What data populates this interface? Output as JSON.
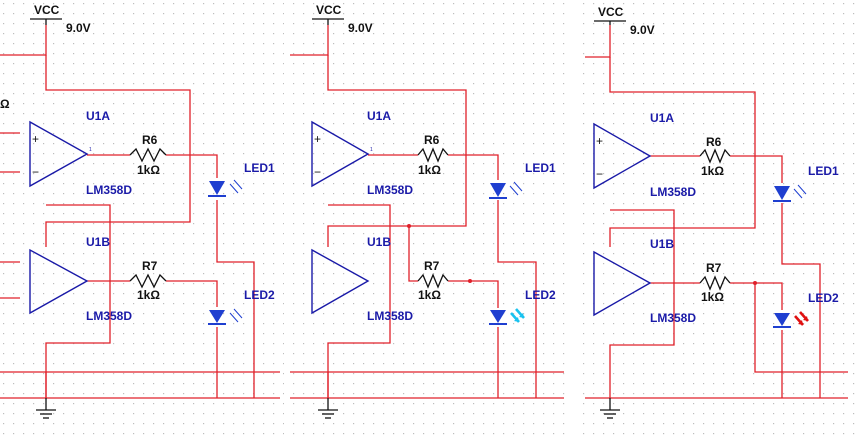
{
  "colors": {
    "wire": "#e0202a",
    "part": "#1a1aa8",
    "ink": "#111111",
    "grid": "#bdbdbd",
    "led_off": "#1f3fd0",
    "led_on_blue": "#19c2ef",
    "led_on_red": "#e01010"
  },
  "panels": [
    {
      "vcc_label": "VCC",
      "vcc_value": "9.0V",
      "left_partial_text": "Ω",
      "opamp_a": {
        "ref": "U1A",
        "model": "LM358D",
        "out_pin": "1"
      },
      "opamp_b": {
        "ref": "U1B",
        "model": "LM358D"
      },
      "r_top": {
        "ref": "R6",
        "value": "1kΩ"
      },
      "r_bot": {
        "ref": "R7",
        "value": "1kΩ"
      },
      "led1": {
        "ref": "LED1",
        "state": "off"
      },
      "led2": {
        "ref": "LED2",
        "state": "off"
      },
      "input_plus": "+",
      "input_minus": "−"
    },
    {
      "vcc_label": "VCC",
      "vcc_value": "9.0V",
      "opamp_a": {
        "ref": "U1A",
        "model": "LM358D",
        "out_pin": "1"
      },
      "opamp_b": {
        "ref": "U1B",
        "model": "LM358D"
      },
      "r_top": {
        "ref": "R6",
        "value": "1kΩ"
      },
      "r_bot": {
        "ref": "R7",
        "value": "1kΩ"
      },
      "led1": {
        "ref": "LED1",
        "state": "off"
      },
      "led2": {
        "ref": "LED2",
        "state": "on-blue"
      },
      "input_plus": "+",
      "input_minus": "−"
    },
    {
      "vcc_label": "VCC",
      "vcc_value": "9.0V",
      "opamp_a": {
        "ref": "U1A",
        "model": "LM358D"
      },
      "opamp_b": {
        "ref": "U1B",
        "model": "LM358D"
      },
      "r_top": {
        "ref": "R6",
        "value": "1kΩ"
      },
      "r_bot": {
        "ref": "R7",
        "value": "1kΩ"
      },
      "led1": {
        "ref": "LED1",
        "state": "off"
      },
      "led2": {
        "ref": "LED2",
        "state": "on-red"
      },
      "input_plus": "+",
      "input_minus": "−"
    }
  ]
}
